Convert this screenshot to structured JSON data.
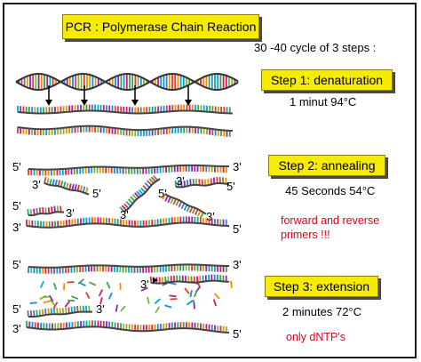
{
  "title": "PCR : Polymerase Chain Reaction",
  "cycle_note": "30 -40 cycle of 3 steps :",
  "steps": [
    {
      "label": "Step 1: denaturation",
      "condition": "1 minut 94°C"
    },
    {
      "label": "Step 2: annealing",
      "condition": "45 Seconds 54°C",
      "note": "forward and reverse primers !!!"
    },
    {
      "label": "Step 3: extension",
      "condition": "2 minutes 72°C",
      "note": "only dNTP's"
    }
  ],
  "primers": {
    "end5": "5'",
    "end3": "3'"
  },
  "colors": {
    "box_fill": "#f7ec00",
    "note_red": "#e0001a",
    "strand": "#444444"
  }
}
